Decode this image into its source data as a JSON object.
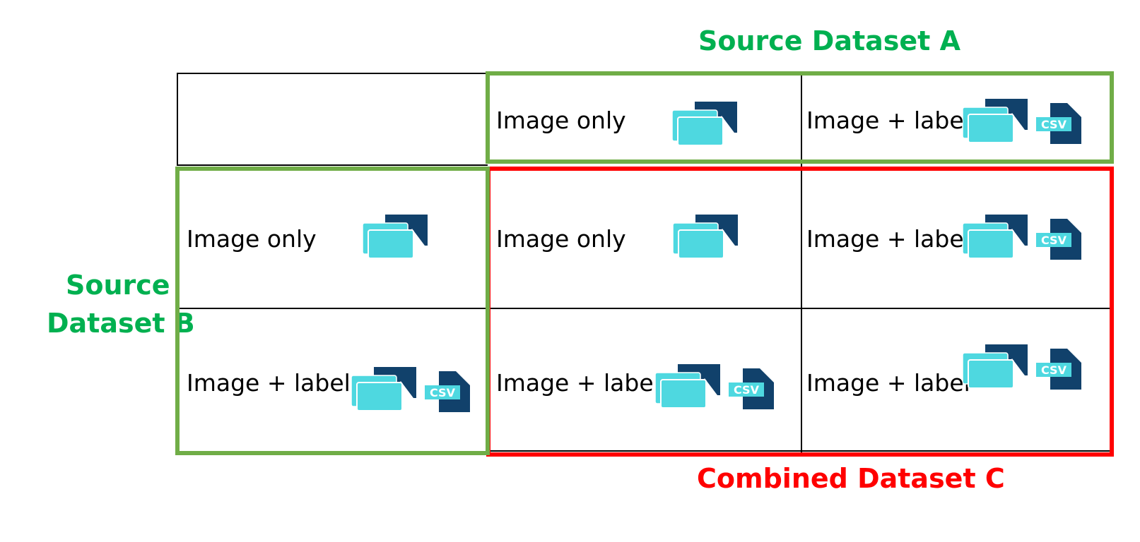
{
  "colors": {
    "source": "#00b050",
    "combined": "#ff0000",
    "frame_green": "#70ad47",
    "icon_light": "#4ed8e0",
    "icon_dark": "#11416b"
  },
  "titles": {
    "source_a": "Source Dataset A",
    "source_b_line1": "Source",
    "source_b_line2": "Dataset B",
    "combined_c": "Combined Dataset C"
  },
  "icons": {
    "image": "image-stack-icon",
    "label": "csv-file-icon",
    "csv_text": "CSV"
  },
  "header_row": [
    {
      "text": "Image only",
      "label": false
    },
    {
      "text": "Image + label",
      "label": true
    }
  ],
  "rows": [
    {
      "header": "Image only",
      "cells": [
        {
          "text": "Image only"
        },
        {
          "text": "Image + label"
        }
      ]
    },
    {
      "header": "Image + label",
      "cells": [
        {
          "text": "Image + label"
        },
        {
          "text": "Image + label"
        }
      ]
    }
  ]
}
